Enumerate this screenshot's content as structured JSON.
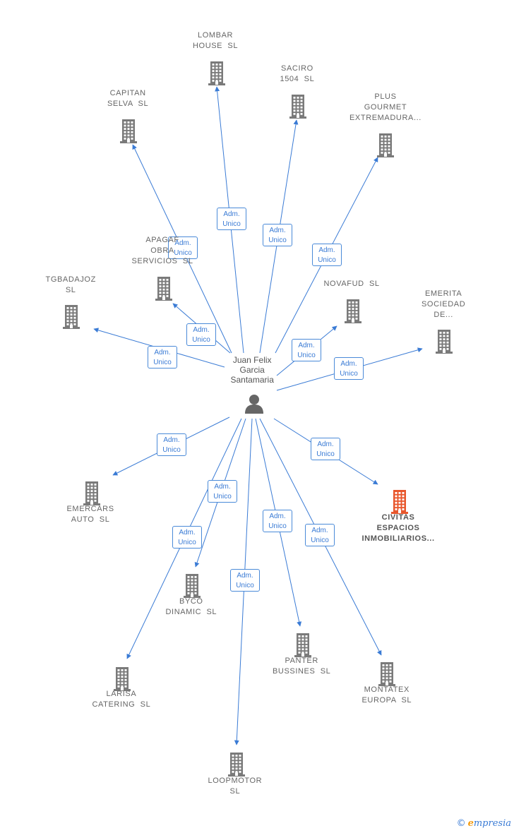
{
  "center": {
    "name": "Juan Felix\nGarcia\nSantamaria"
  },
  "watermark": {
    "symbol": "©",
    "brand_initial": "e",
    "brand_rest": "mpresia"
  },
  "colors": {
    "edge": "#3a7bd5",
    "building": "#7a7a7a",
    "highlight": "#e8572d",
    "badge_text": "#3a7bd5"
  },
  "companies": [
    {
      "id": "lombar",
      "name": "LOMBAR\nHOUSE  SL",
      "relation": "Adm.\nUnico",
      "highlight": false
    },
    {
      "id": "saciro",
      "name": "SACIRO\n1504  SL",
      "relation": "Adm.\nUnico",
      "highlight": false
    },
    {
      "id": "capitan",
      "name": "CAPITAN\nSELVA  SL",
      "relation": "Adm.\nUnico",
      "highlight": false
    },
    {
      "id": "plus",
      "name": "PLUS\nGOURMET\nEXTREMADURA...",
      "relation": "Adm.\nUnico",
      "highlight": false
    },
    {
      "id": "apagaf",
      "name": "APAGAF\nOBRA\nSERVICIOS  SL",
      "relation": "Adm.\nUnico",
      "highlight": false
    },
    {
      "id": "tgbadajoz",
      "name": "TGBADAJOZ\nSL",
      "relation": "Adm.\nUnico",
      "highlight": false
    },
    {
      "id": "novafud",
      "name": "NOVAFUD  SL",
      "relation": "Adm.\nUnico",
      "highlight": false
    },
    {
      "id": "emerita",
      "name": "EMERITA\nSOCIEDAD\nDE...",
      "relation": "Adm.\nUnico",
      "highlight": false
    },
    {
      "id": "emercars",
      "name": "EMERCARS\nAUTO  SL",
      "relation": "Adm.\nUnico",
      "highlight": false
    },
    {
      "id": "civitas",
      "name": "CIVITAS\nESPACIOS\nINMOBILIARIOS...",
      "relation": "Adm.\nUnico",
      "highlight": true
    },
    {
      "id": "byco",
      "name": "BYCO\nDINAMIC  SL",
      "relation": "Adm.\nUnico",
      "highlight": false
    },
    {
      "id": "larisa",
      "name": "LARISA\nCATERING  SL",
      "relation": "Adm.\nUnico",
      "highlight": false
    },
    {
      "id": "panter",
      "name": "PANTER\nBUSSINES  SL",
      "relation": "Adm.\nUnico",
      "highlight": false
    },
    {
      "id": "montatex",
      "name": "MONTATEX\nEUROPA  SL",
      "relation": "Adm.\nUnico",
      "highlight": false
    },
    {
      "id": "loopmotor",
      "name": "LOOPMOTOR\nSL",
      "relation": "Adm.\nUnico",
      "highlight": false
    }
  ]
}
